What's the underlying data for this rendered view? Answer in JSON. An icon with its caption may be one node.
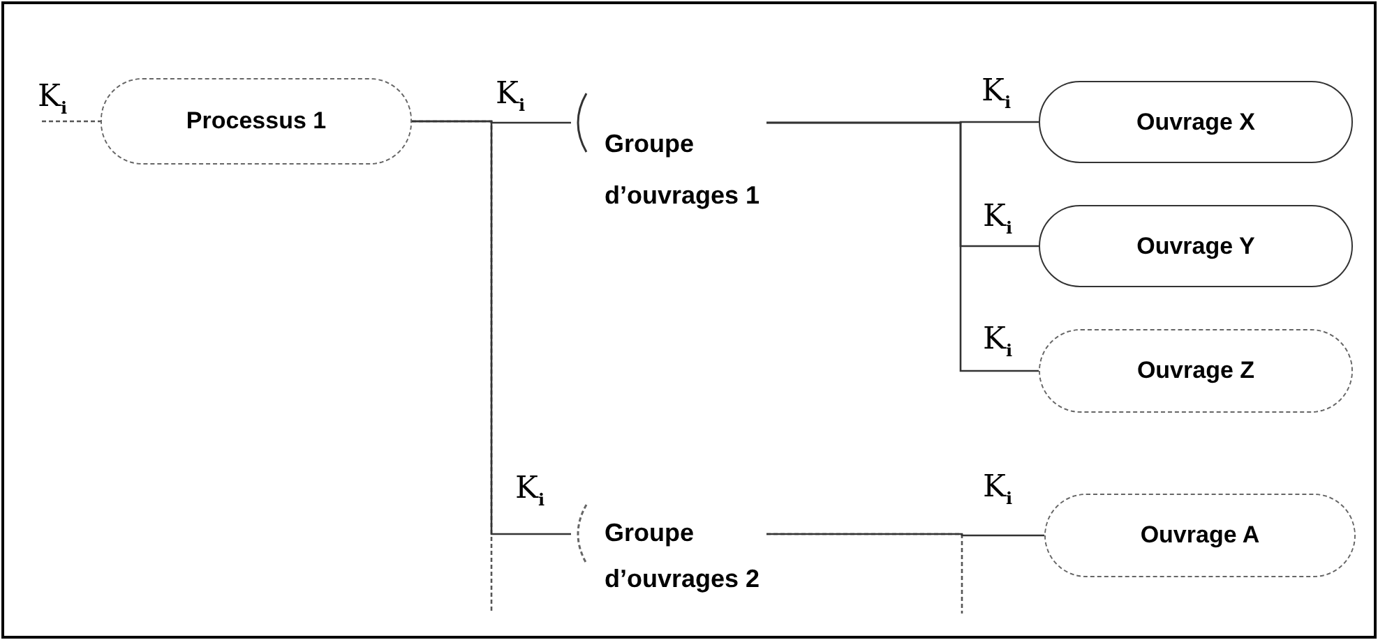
{
  "diagram": {
    "nodes": [
      {
        "text": [
          "Processus 1"
        ],
        "beside": [
          "K$_{i}$"
        ]
      },
      {
        "text": [
          "Groupe d’ouvrages 1"
        ],
        "beside": [
          "K$_{i}$"
        ]
      },
      {
        "text": [
          "Ouvrage X"
        ],
        "beside": [
          "K$_{i}$"
        ]
      },
      {
        "text": [
          "Ouvrage Y"
        ],
        "beside": [
          "K$_{i}$"
        ]
      },
      {
        "text": [
          "Ouvrage Z"
        ],
        "beside": [
          "K$_{i}$"
        ]
      },
      {
        "text": [
          "Groupe d’ouvrages 2"
        ],
        "beside": [
          "K$_{i}$"
        ]
      },
      {
        "text": [
          "Ouvrage A"
        ],
        "beside": [
          "K$_{i}$"
        ]
      }
    ],
    "edges": [
      {
        "from": null,
        "to": 0,
        "arrow": "none",
        "style": "dashed"
      },
      {
        "from": 0,
        "to": 1,
        "arrow": "none"
      },
      {
        "from": 0,
        "to": 5,
        "arrow": "none"
      },
      {
        "from": 0,
        "to": null,
        "arrow": "none",
        "style": "dashed"
      },
      {
        "from": 1,
        "to": 2,
        "arrow": "none"
      },
      {
        "from": 1,
        "to": 3,
        "arrow": "none"
      },
      {
        "from": 1,
        "to": 4,
        "arrow": "none"
      },
      {
        "from": 5,
        "to": 6,
        "arrow": "none"
      },
      {
        "from": 5,
        "to": null,
        "arrow": "none",
        "style": "dashed"
      }
    ]
  }
}
